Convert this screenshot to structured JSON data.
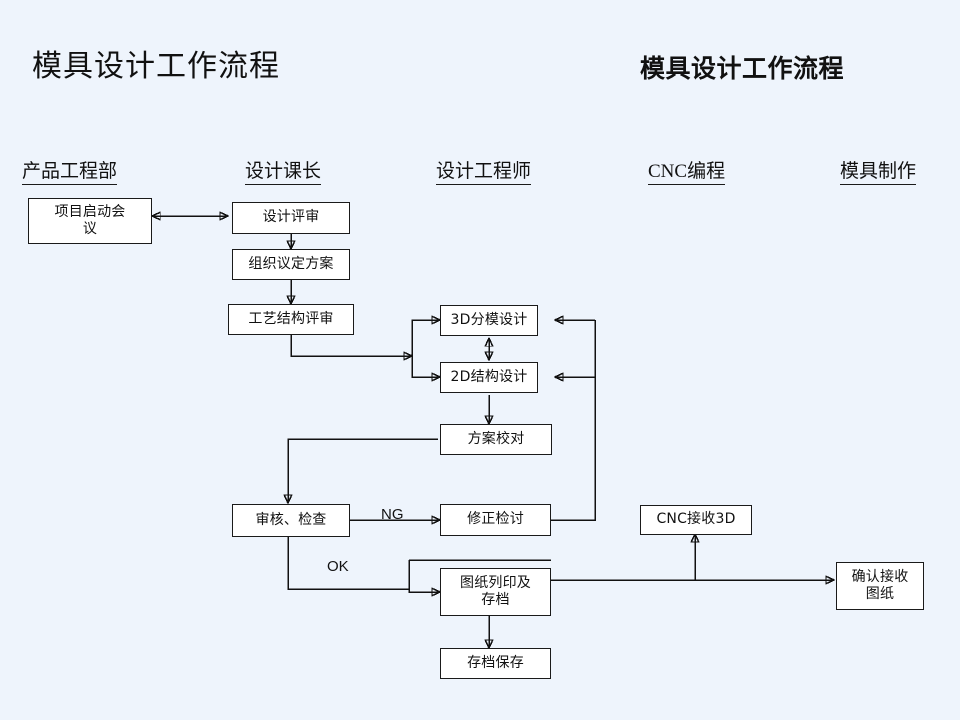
{
  "page": {
    "background_color": "#eef4fc",
    "box_fill": "#ffffff",
    "line_color": "#111111"
  },
  "titles": {
    "left": "模具设计工作流程",
    "right": "模具设计工作流程"
  },
  "columns": [
    {
      "id": "product-engineering",
      "label": "产品工程部"
    },
    {
      "id": "design-chief",
      "label": "设计课长"
    },
    {
      "id": "design-engineer",
      "label": "设计工程师"
    },
    {
      "id": "cnc-programming",
      "label": "CNC编程"
    },
    {
      "id": "mold-making",
      "label": "模具制作"
    }
  ],
  "nodes": [
    {
      "id": "project-kickoff",
      "label": "项目启动会\n议",
      "column": "product-engineering"
    },
    {
      "id": "design-review",
      "label": "设计评审",
      "column": "design-chief"
    },
    {
      "id": "organize-plan",
      "label": "组织议定方案",
      "column": "design-chief"
    },
    {
      "id": "process-structure",
      "label": "工艺结构评审",
      "column": "design-chief"
    },
    {
      "id": "split-3d",
      "label": "3D分模设计",
      "column": "design-engineer"
    },
    {
      "id": "structure-2d",
      "label": "2D结构设计",
      "column": "design-engineer"
    },
    {
      "id": "plan-check",
      "label": "方案校对",
      "column": "design-engineer"
    },
    {
      "id": "audit-inspect",
      "label": "审核、检查",
      "column": "design-chief"
    },
    {
      "id": "revise-review",
      "label": "修正检讨",
      "column": "design-engineer"
    },
    {
      "id": "cnc-receive-3d",
      "label": "CNC接收3D",
      "column": "cnc-programming"
    },
    {
      "id": "print-archive",
      "label": "图纸列印及\n存档",
      "column": "design-engineer"
    },
    {
      "id": "archive-store",
      "label": "存档保存",
      "column": "design-engineer"
    },
    {
      "id": "confirm-receive",
      "label": "确认接收\n图纸",
      "column": "mold-making"
    }
  ],
  "edge_labels": [
    {
      "id": "ng",
      "label": "NG",
      "from": "audit-inspect",
      "to": "revise-review"
    },
    {
      "id": "ok",
      "label": "OK",
      "from": "audit-inspect",
      "to": "print-archive"
    }
  ],
  "node_labels": {
    "project_kickoff_l1": "项目启动会",
    "project_kickoff_l2": "议",
    "design_review": "设计评审",
    "organize_plan": "组织议定方案",
    "process_structure": "工艺结构评审",
    "split_3d": "3D分模设计",
    "structure_2d": "2D结构设计",
    "plan_check": "方案校对",
    "audit_inspect": "审核、检查",
    "revise_review": "修正检讨",
    "cnc_receive_3d": "CNC接收3D",
    "print_archive_l1": "图纸列印及",
    "print_archive_l2": "存档",
    "archive_store": "存档保存",
    "confirm_receive_l1": "确认接收",
    "confirm_receive_l2": "图纸",
    "ng": "NG",
    "ok": "OK"
  }
}
